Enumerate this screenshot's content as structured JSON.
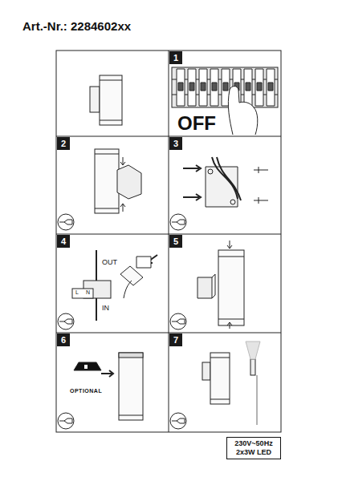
{
  "diagram": {
    "title": "Art.-Nr.: 2284602xx",
    "nodes": [
      {
        "text": [
          "1"
        ]
      },
      {
        "text": [
          "2"
        ]
      },
      {
        "text": [
          "3"
        ]
      },
      {
        "text": [
          "4"
        ]
      },
      {
        "text": [
          "5"
        ]
      },
      {
        "text": [
          "6"
        ]
      },
      {
        "text": [
          "7"
        ]
      },
      {
        "text": [
          "230V~50Hz",
          "2x3W LED"
        ]
      }
    ],
    "labels": [
      "OFF",
      "OUT",
      "IN",
      "L",
      "N",
      "OPTIONAL"
    ]
  }
}
